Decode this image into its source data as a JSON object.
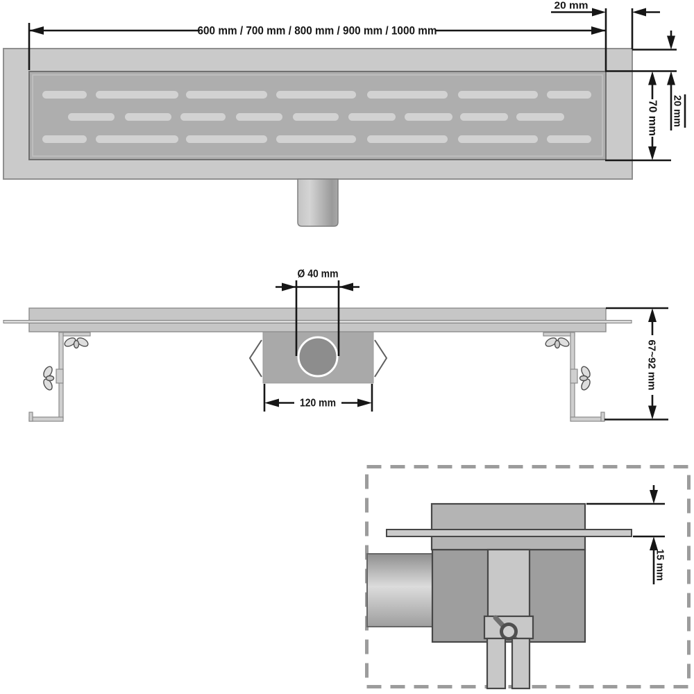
{
  "drawing": {
    "type": "technical-dimension-diagram",
    "subject": "linear-shower-drain",
    "background": "#ffffff"
  },
  "labels": {
    "top_length": "600 mm / 700 mm / 800 mm / 900 mm / 1000 mm",
    "end_cap": "20 mm",
    "rim_depth": "20 mm",
    "grate_width": "70 mm",
    "outlet_diameter": "Ø 40 mm",
    "trap_width": "120 mm",
    "install_height": "67~92 mm",
    "flange_height": "15 mm"
  },
  "colors": {
    "line": "#161616",
    "steel_outer": "#cacaca",
    "steel_grate": "#aeaeae",
    "slot": "#d2d2d2",
    "steel_bar": "#c6c6c6",
    "flange_strip": "#d8d8d8",
    "trap_box": "#a9a9a9",
    "pipe_hole": "#8d8d8d",
    "bracket": "#cfcfcf",
    "detail_upper_block": "#b4b4b4",
    "detail_lower_block": "#9e9e9e",
    "detail_channel": "#c8c8c8",
    "detail_plate": "#cbcbcb",
    "dashed_border": "#9c9c9c"
  }
}
